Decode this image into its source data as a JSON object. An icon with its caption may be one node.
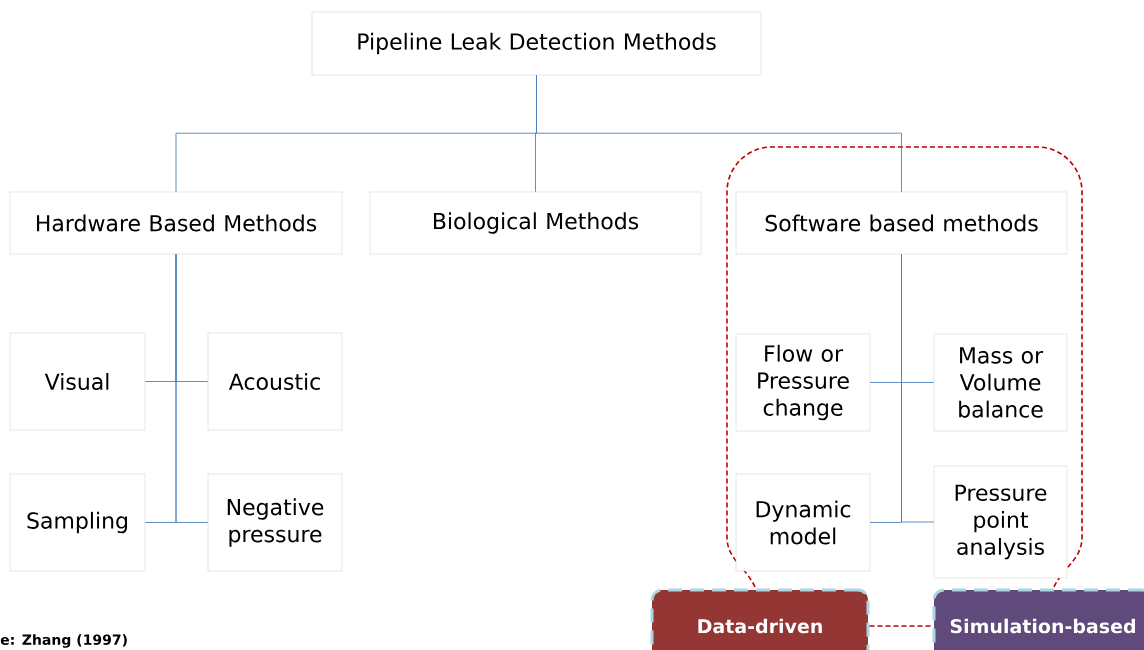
{
  "diagram": {
    "nodes": [
      {
        "text": [
          "Pipeline Leak Detection Methods"
        ]
      },
      {
        "text": [
          "Hardware Based Methods"
        ]
      },
      {
        "text": [
          "Biological Methods"
        ]
      },
      {
        "text": [],
        "shape": "box"
      },
      {
        "text": [
          "Software based methods"
        ],
        "in": 3
      },
      {
        "text": [
          "Visual"
        ]
      },
      {
        "text": [
          "Acoustic"
        ]
      },
      {
        "text": [
          "Sampling"
        ]
      },
      {
        "text": [
          "Negative pressure"
        ]
      },
      {
        "text": [
          "Flow or Pressure change"
        ],
        "in": 3
      },
      {
        "text": [
          "Mass or Volume balance"
        ],
        "in": 3
      },
      {
        "text": [
          "Dynamic model"
        ],
        "in": 3
      },
      {
        "text": [
          "Pressure point analysis"
        ],
        "in": 3
      },
      {
        "text": [
          "Data-driven"
        ]
      },
      {
        "text": [
          "Simulation-based"
        ]
      }
    ],
    "edges": [
      {
        "from": 0,
        "to": 1,
        "arrow": "none"
      },
      {
        "from": 0,
        "to": 2,
        "arrow": "none"
      },
      {
        "from": 0,
        "to": 4,
        "arrow": "none"
      },
      {
        "from": 1,
        "to": 5,
        "arrow": "none"
      },
      {
        "from": 1,
        "to": 6,
        "arrow": "none"
      },
      {
        "from": 1,
        "to": 7,
        "arrow": "none"
      },
      {
        "from": 1,
        "to": 8,
        "arrow": "none"
      },
      {
        "from": 4,
        "to": 9,
        "arrow": "none"
      },
      {
        "from": 4,
        "to": 10,
        "arrow": "none"
      },
      {
        "from": 4,
        "to": 11,
        "arrow": "none"
      },
      {
        "from": 4,
        "to": 12,
        "arrow": "none"
      },
      {
        "from": 13,
        "to": 14,
        "arrow": "none",
        "style": "dashed",
        "color": "#c00000"
      }
    ],
    "labels": [
      "e: Zhang (1997)"
    ]
  }
}
